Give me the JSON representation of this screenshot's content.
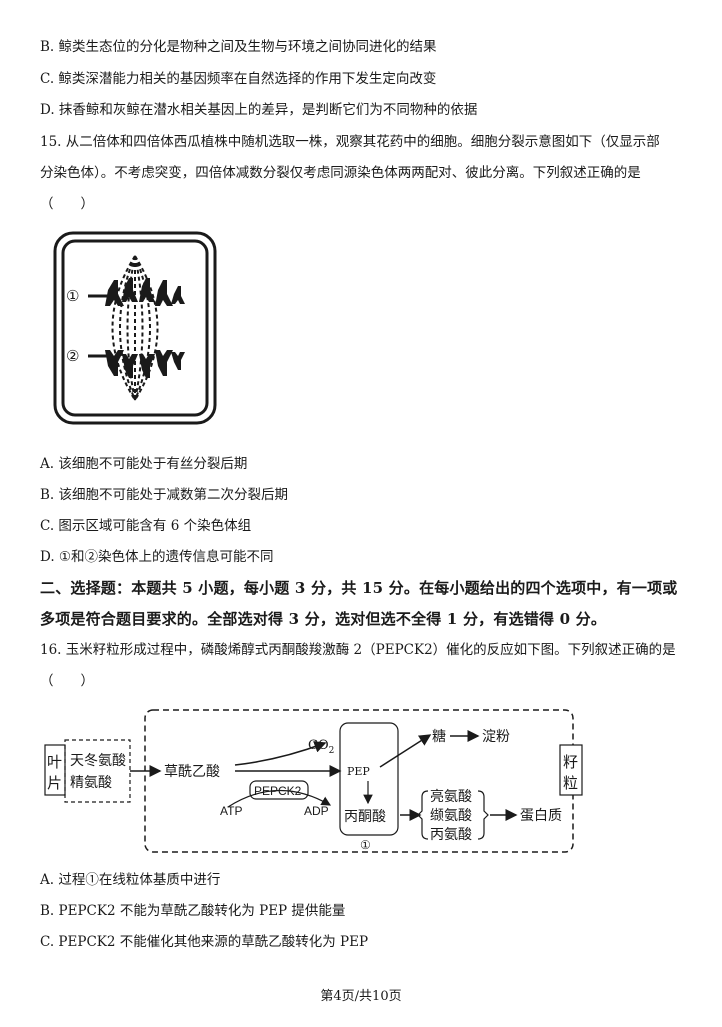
{
  "q14_options": {
    "B": "B. 鲸类生态位的分化是物种之间及生物与环境之间协同进化的结果",
    "C": "C. 鲸类深潜能力相关的基因频率在自然选择的作用下发生定向改变",
    "D": "D. 抹香鲸和灰鲸在潜水相关基因上的差异，是判断它们为不同物种的依据"
  },
  "q15": {
    "stem_line1": "15. 从二倍体和四倍体西瓜植株中随机选取一株，观察其花药中的细胞。细胞分裂示意图如下（仅显示部",
    "stem_line2": "分染色体）。不考虑突变，四倍体减数分裂仅考虑同源染色体两两配对、彼此分离。下列叙述正确的是",
    "paren": "（　　）",
    "figure": {
      "label1": "①",
      "label2": "②"
    },
    "options": {
      "A": "A. 该细胞不可能处于有丝分裂后期",
      "B": "B. 该细胞不可能处于减数第二次分裂后期",
      "C": "C. 图示区域可能含有 6 个染色体组",
      "D": "D. ①和②染色体上的遗传信息可能不同"
    }
  },
  "section2": {
    "line1": "二、选择题：本题共 5 小题，每小题 3 分，共 15 分。在每小题给出的四个选项中，有一项或",
    "line2": "多项是符合题目要求的。全部选对得 3 分，选对但选不全得 1 分，有选错得 0 分。"
  },
  "q16": {
    "stem_line1": "16. 玉米籽粒形成过程中，磷酸烯醇式丙酮酸羧激酶 2（PEPCK2）催化的反应如下图。下列叙述正确的是",
    "paren": "（　　）",
    "diagram": {
      "leaf_c1": "叶",
      "leaf_c2": "片",
      "asp": "天冬氨酸",
      "arg": "精氨酸",
      "oaa": "草酰乙酸",
      "co2": "CO",
      "co2_sub": "2",
      "pepck2": "PEPCK2",
      "atp": "ATP",
      "adp": "ADP",
      "pep": "PEP",
      "pyruvate": "丙酮酸",
      "circle1": "①",
      "sugar": "糖",
      "starch": "淀粉",
      "leu": "亮氨酸",
      "val": "缬氨酸",
      "ala": "丙氨酸",
      "protein": "蛋白质",
      "seed_c1": "籽",
      "seed_c2": "粒"
    },
    "options": {
      "A": "A. 过程①在线粒体基质中进行",
      "B": "B. PEPCK2 不能为草酰乙酸转化为 PEP 提供能量",
      "C": "C. PEPCK2 不能催化其他来源的草酰乙酸转化为 PEP"
    }
  },
  "footer": "第4页/共10页"
}
